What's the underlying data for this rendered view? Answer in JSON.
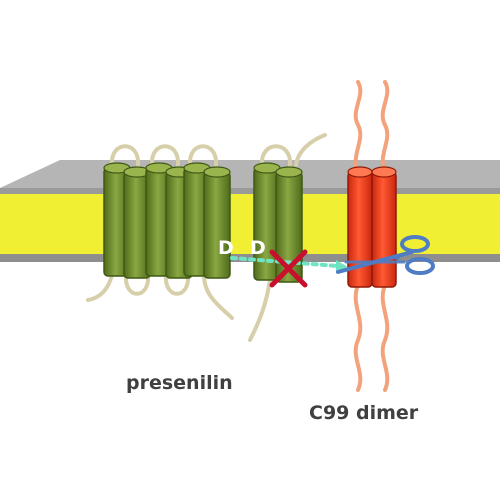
{
  "labels": {
    "presenilin": "presenilin",
    "c99": "C99 dimer",
    "residue_a": "D",
    "residue_b": "D"
  },
  "colors": {
    "membrane_core": "#f1ef33",
    "membrane_top": "#a9a9a9",
    "membrane_bottom": "#8e8e8e",
    "presenilin_green": "#6c8c2b",
    "presenilin_highlight": "#9ab44e",
    "loop_beige": "#d6cfa9",
    "c99_red": "#e2361c",
    "c99_highlight": "#ff7a52",
    "c99_tail_orange": "#f2a37c",
    "cleavage_arrow": "#6fe3c3",
    "block_x": "#c8102e",
    "scissors_blue": "#4f7dc5"
  },
  "icons": [
    "scissors-icon",
    "block-x-icon"
  ]
}
